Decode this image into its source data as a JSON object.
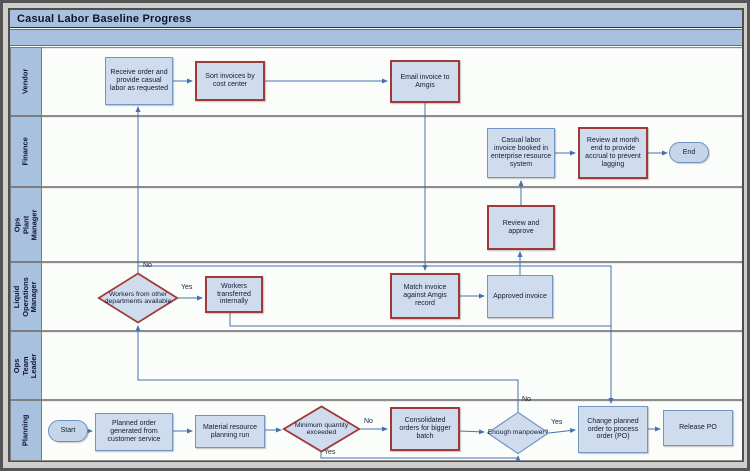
{
  "title": "Casual Labor Baseline Progress",
  "lanes": {
    "vendor": {
      "label": "Vendor"
    },
    "finance": {
      "label": "Finance"
    },
    "ops_plant": {
      "label": "Ops Plant Manager"
    },
    "liquid_ops": {
      "label": "Liquid Operations Manager"
    },
    "ops_team": {
      "label": "Ops Team Leader"
    },
    "planning": {
      "label": "Planning"
    }
  },
  "nodes": {
    "receive_order": {
      "text": "Receive order and provide casual labor as requested"
    },
    "sort_invoices": {
      "text": "Sort invoices by cost center"
    },
    "email_invoice": {
      "text": "Email invoice to Amgis"
    },
    "invoice_booked": {
      "text": "Casual labor invoice booked in enterprise resource system"
    },
    "review_month_end": {
      "text": "Review at month end to provide accrual to prevent lagging"
    },
    "end": {
      "text": "End"
    },
    "review_approve": {
      "text": "Review and approve"
    },
    "workers_available": {
      "text": "Workers from other departments available"
    },
    "workers_transferred": {
      "text": "Workers transferred internally"
    },
    "match_invoice": {
      "text": "Match invoice against Amgis record"
    },
    "approved_invoice": {
      "text": "Approved invoice"
    },
    "start": {
      "text": "Start"
    },
    "planned_order": {
      "text": "Planned order generated from customer service"
    },
    "mrp_run": {
      "text": "Material resource planning run"
    },
    "min_qty": {
      "text": "Minimum quantity exceeded"
    },
    "consolidated": {
      "text": "Consolidated orders for bigger batch"
    },
    "enough_manpower": {
      "text": "Enough manpower?"
    },
    "change_planned": {
      "text": "Change planned order to process order (PO)"
    },
    "release_po": {
      "text": "Release PO"
    }
  },
  "edge_labels": {
    "workers_no": "No",
    "workers_yes": "Yes",
    "min_qty_no": "No",
    "min_qty_yes": "Yes",
    "manpower_no": "No",
    "manpower_yes": "Yes"
  },
  "colors": {
    "band_blue": "#a7c1df",
    "shape_fill": "#cfdcee",
    "blue_border": "#7294c6",
    "red_border": "#a03a38",
    "connector_blue": "#4473ac"
  }
}
